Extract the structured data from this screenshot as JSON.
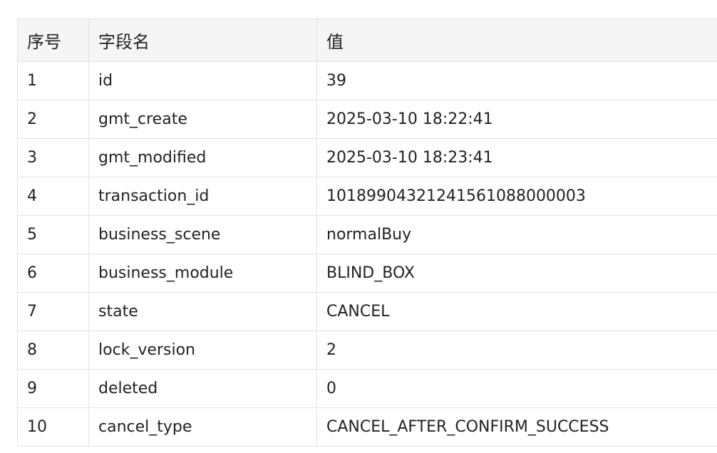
{
  "table": {
    "headers": [
      "序号",
      "字段名",
      "值"
    ],
    "rows": [
      [
        "1",
        "id",
        "39"
      ],
      [
        "2",
        "gmt_create",
        "2025-03-10 18:22:41"
      ],
      [
        "3",
        "gmt_modified",
        "2025-03-10 18:23:41"
      ],
      [
        "4",
        "transaction_id",
        "10189904321241561088000003"
      ],
      [
        "5",
        "business_scene",
        "normalBuy"
      ],
      [
        "6",
        "business_module",
        "BLIND_BOX"
      ],
      [
        "7",
        "state",
        "CANCEL"
      ],
      [
        "8",
        "lock_version",
        "2"
      ],
      [
        "9",
        "deleted",
        "0"
      ],
      [
        "10",
        "cancel_type",
        "CANCEL_AFTER_CONFIRM_SUCCESS"
      ]
    ]
  },
  "colors": {
    "header_bg": "#f5f5f5",
    "border": "#e3e3e3",
    "text": "#222222"
  }
}
